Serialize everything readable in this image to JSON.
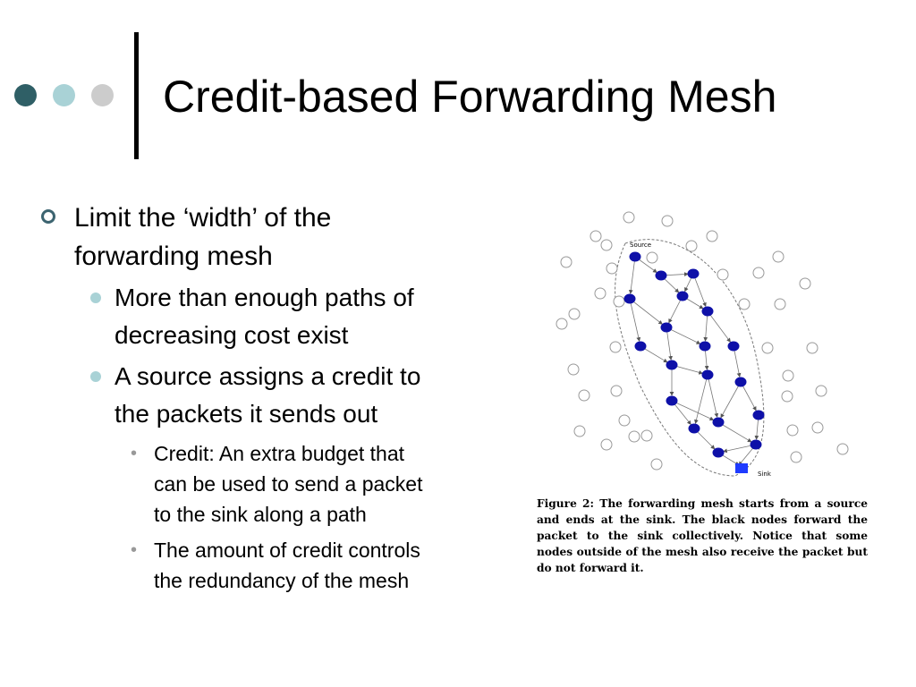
{
  "header": {
    "title": "Credit-based Forwarding Mesh",
    "dots": [
      "#2f5f66",
      "#a9d2d6",
      "#cccccc"
    ]
  },
  "colors": {
    "bullet_l1": "#3c6470",
    "bullet_l2": "#a9d2d6",
    "mesh_node": "#0e10a8",
    "sink_node": "#1f3bff"
  },
  "body": {
    "bullet1": {
      "lines": [
        "Limit the ‘width’ of the",
        "forwarding mesh"
      ]
    },
    "bullet1_1": {
      "lines": [
        "More than enough paths of",
        "decreasing cost exist"
      ]
    },
    "bullet1_2": {
      "lines": [
        "A source assigns a credit to",
        "the packets it sends out"
      ]
    },
    "bullet1_2_1": {
      "lines": [
        "Credit: An extra budget that",
        "can be used to send a packet",
        "to the sink along a path"
      ]
    },
    "bullet1_2_2": {
      "lines": [
        "The amount of credit controls",
        "the redundancy of the mesh"
      ]
    }
  },
  "figure": {
    "source_label": "Source",
    "sink_label": "Sink",
    "caption_label": "Figure 2:",
    "caption_text": "The forwarding mesh starts from a source and ends at the sink. The black nodes forward the packet to the sink collectively. Notice that some nodes outside of the mesh also receive the packet but do not forward it."
  }
}
